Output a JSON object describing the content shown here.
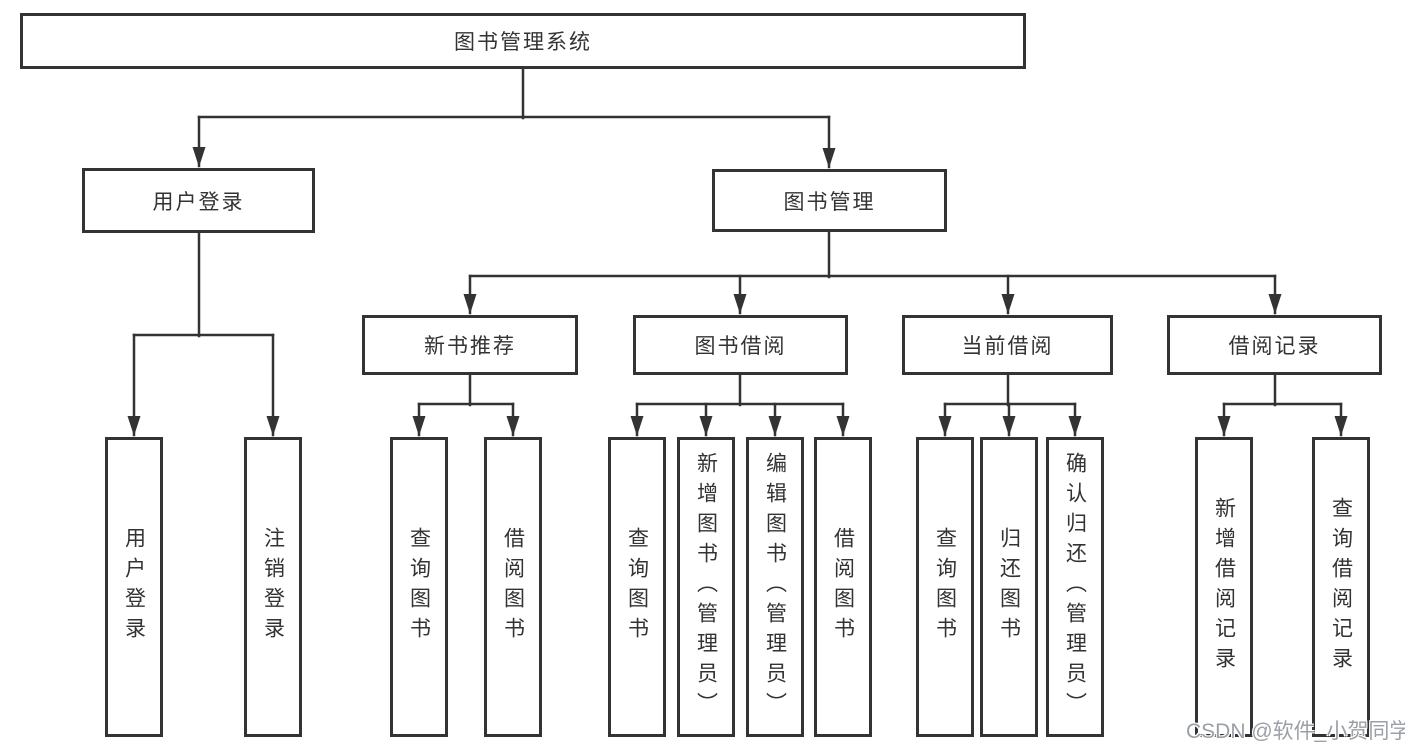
{
  "tree": {
    "label": "图书管理系统",
    "children": [
      {
        "label": "用户登录",
        "children": [
          {
            "label": "用户登录"
          },
          {
            "label": "注销登录"
          }
        ]
      },
      {
        "label": "图书管理",
        "children": [
          {
            "label": "新书推荐",
            "children": [
              {
                "label": "查询图书"
              },
              {
                "label": "借阅图书"
              }
            ]
          },
          {
            "label": "图书借阅",
            "children": [
              {
                "label": "查询图书"
              },
              {
                "label": "新增图书（管理员）"
              },
              {
                "label": "编辑图书（管理员）"
              },
              {
                "label": "借阅图书"
              }
            ]
          },
          {
            "label": "当前借阅",
            "children": [
              {
                "label": "查询图书"
              },
              {
                "label": "归还图书"
              },
              {
                "label": "确认归还（管理员）"
              }
            ]
          },
          {
            "label": "借阅记录",
            "children": [
              {
                "label": "新增借阅记录"
              },
              {
                "label": "查询借阅记录"
              }
            ]
          }
        ]
      }
    ]
  },
  "watermark": {
    "text": "CSDN @软件_小贺同学",
    "color": "#9ba0a8"
  },
  "colors": {
    "border": "#333333",
    "line": "#333333",
    "text": "#333333",
    "background": "#ffffff"
  }
}
